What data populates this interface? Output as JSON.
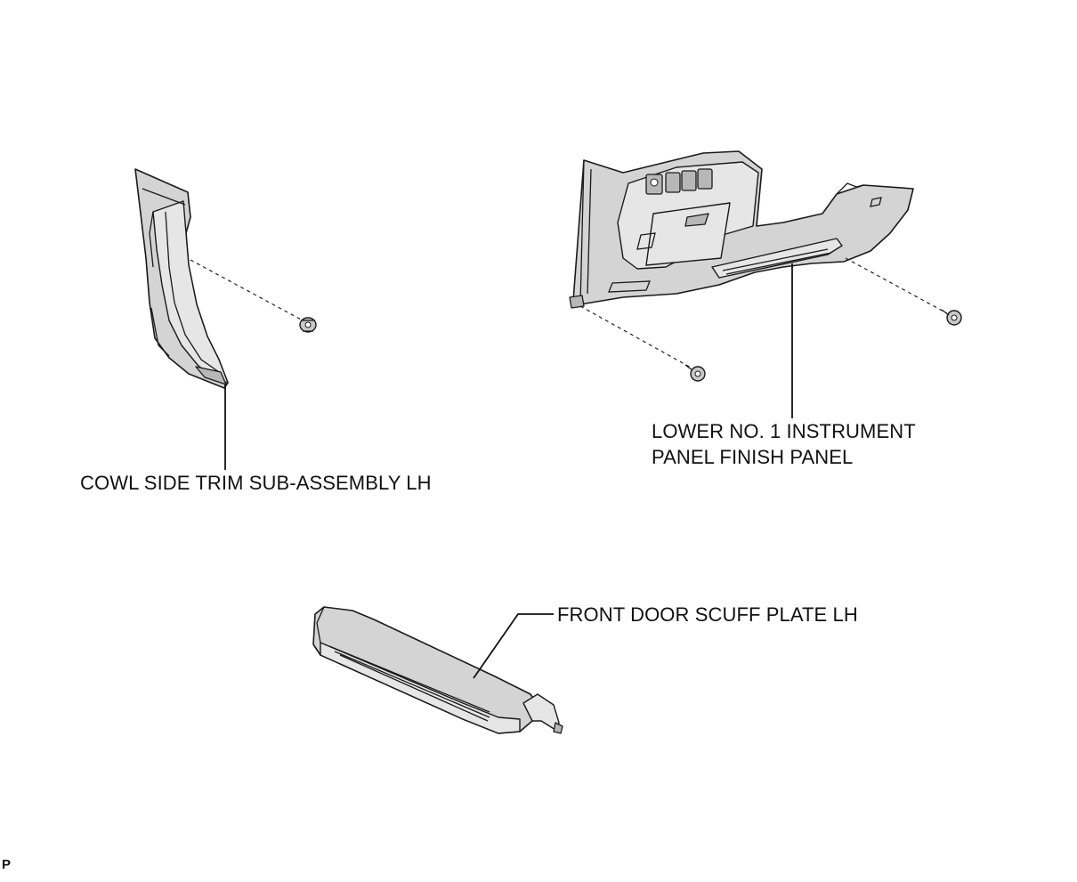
{
  "labels": {
    "cowl_side_trim": "COWL SIDE TRIM SUB-ASSEMBLY LH",
    "lower_panel_line1": "LOWER NO. 1 INSTRUMENT",
    "lower_panel_line2": "PANEL FINISH PANEL",
    "scuff_plate": "FRONT DOOR SCUFF PLATE LH",
    "corner_mark": "P"
  },
  "icons": {
    "cowl_side_trim": "cowl-side-trim-part-icon",
    "lower_panel": "instrument-finish-panel-part-icon",
    "scuff_plate": "door-scuff-plate-part-icon",
    "fasteners": [
      "clip-icon",
      "screw-icon",
      "screw-icon"
    ]
  }
}
